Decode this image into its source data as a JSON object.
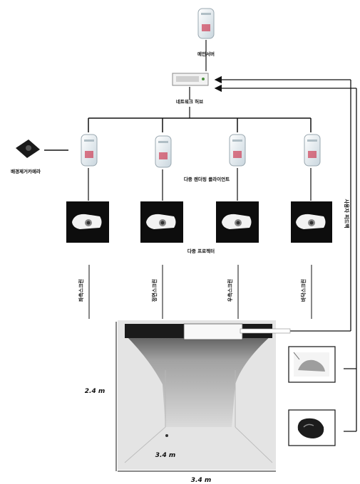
{
  "labels": {
    "top_pc": "메인서버",
    "switch": "네트워크 허브",
    "camera": "배경제거카메라",
    "client_pcs": "다중 렌더링 클라이언트",
    "projectors": "다중 프로젝터",
    "screens": [
      "좌측스크린",
      "정면스크린",
      "우측스크린",
      "바닥스크린"
    ],
    "feedback_line": "사용자 피드백",
    "dim_height": "2.4 m",
    "dim_depth": "3.4 m",
    "dim_width": "3.4 m"
  },
  "colors": {
    "ink": "#111111",
    "device_body": "#e6eef2",
    "projector_panel": "#0d0d0d"
  }
}
